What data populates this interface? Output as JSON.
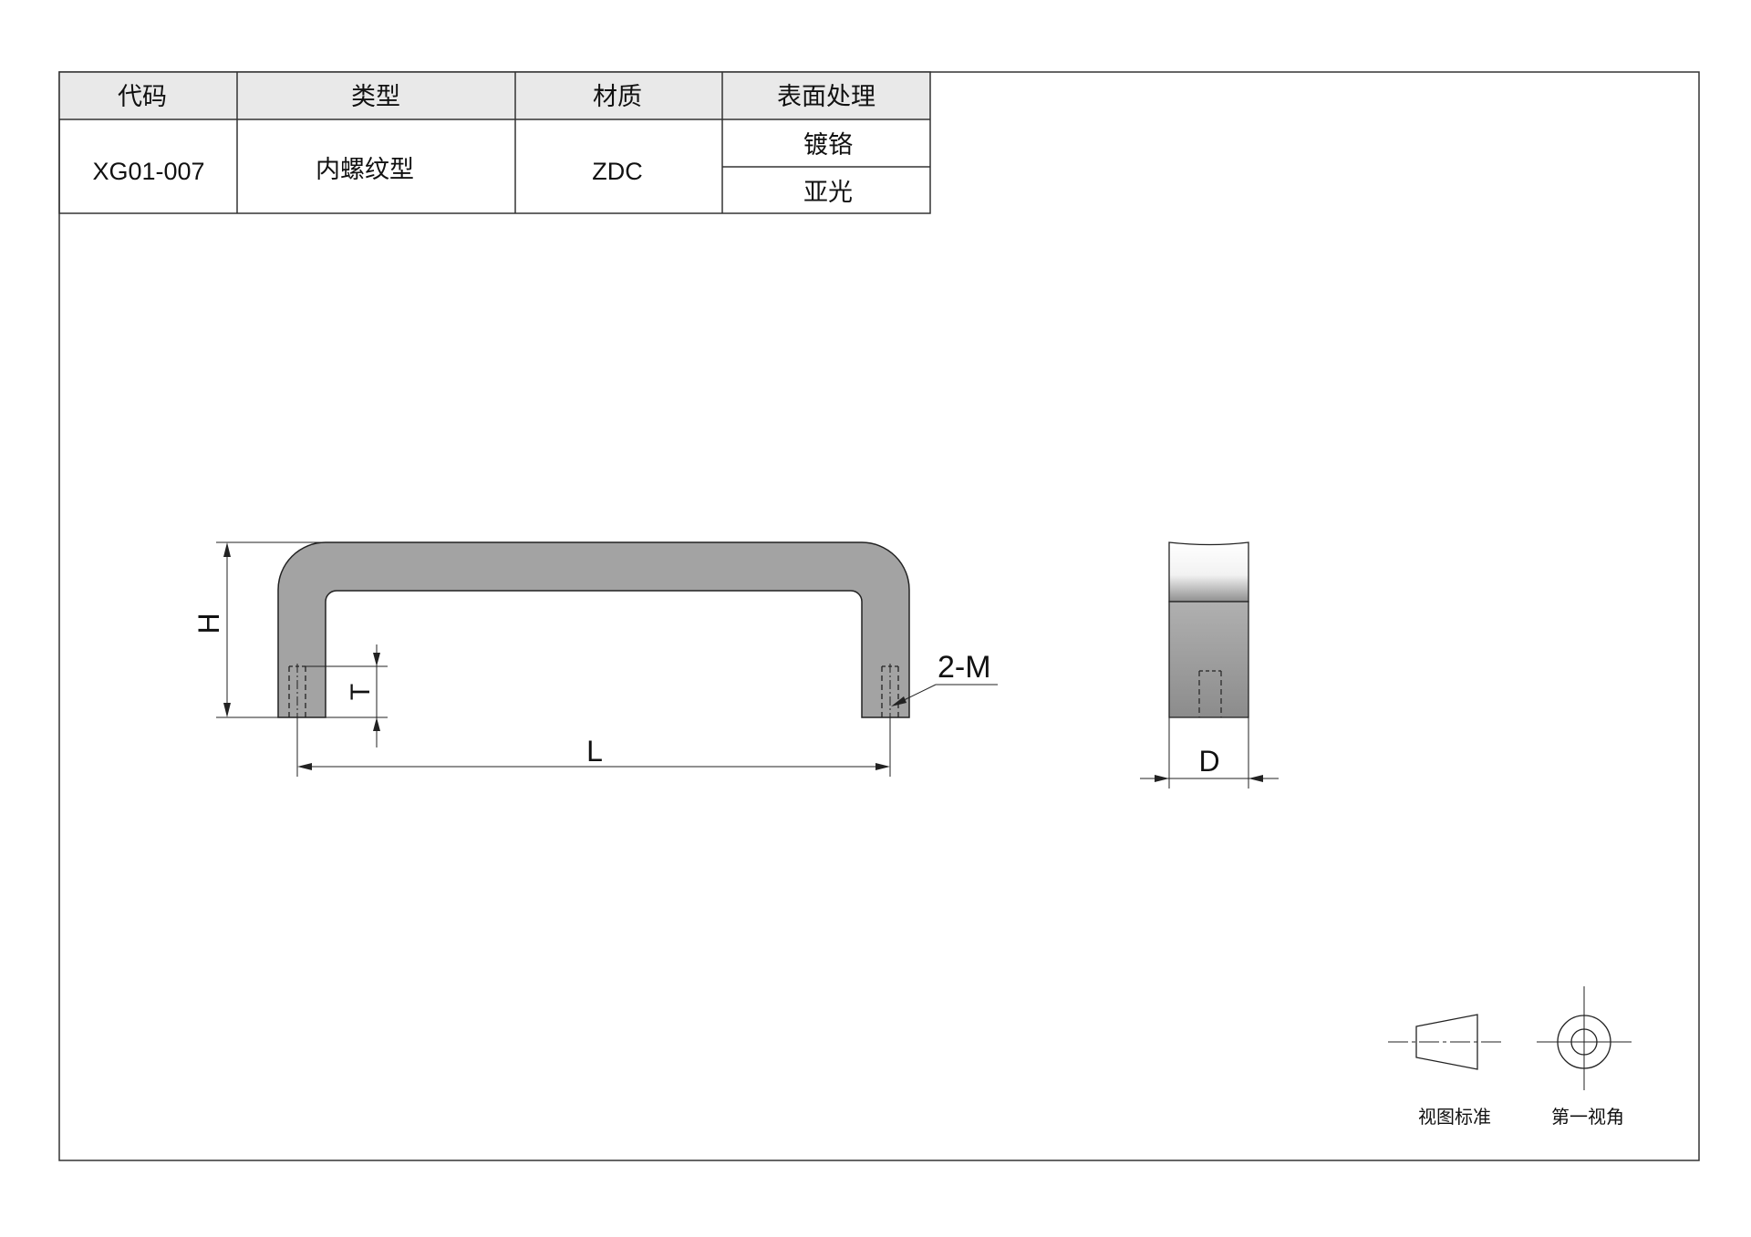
{
  "table": {
    "headers": [
      "代码",
      "类型",
      "材质",
      "表面处理"
    ],
    "code": "XG01-007",
    "type": "内螺纹型",
    "material": "ZDC",
    "surface_treatments": [
      "镀铬",
      "亚光"
    ]
  },
  "dimensions": {
    "height": "H",
    "thread_depth": "T",
    "length": "L",
    "thread": "2-M",
    "depth": "D"
  },
  "legend": {
    "view_standard": "视图标准",
    "first_angle": "第一视角"
  }
}
